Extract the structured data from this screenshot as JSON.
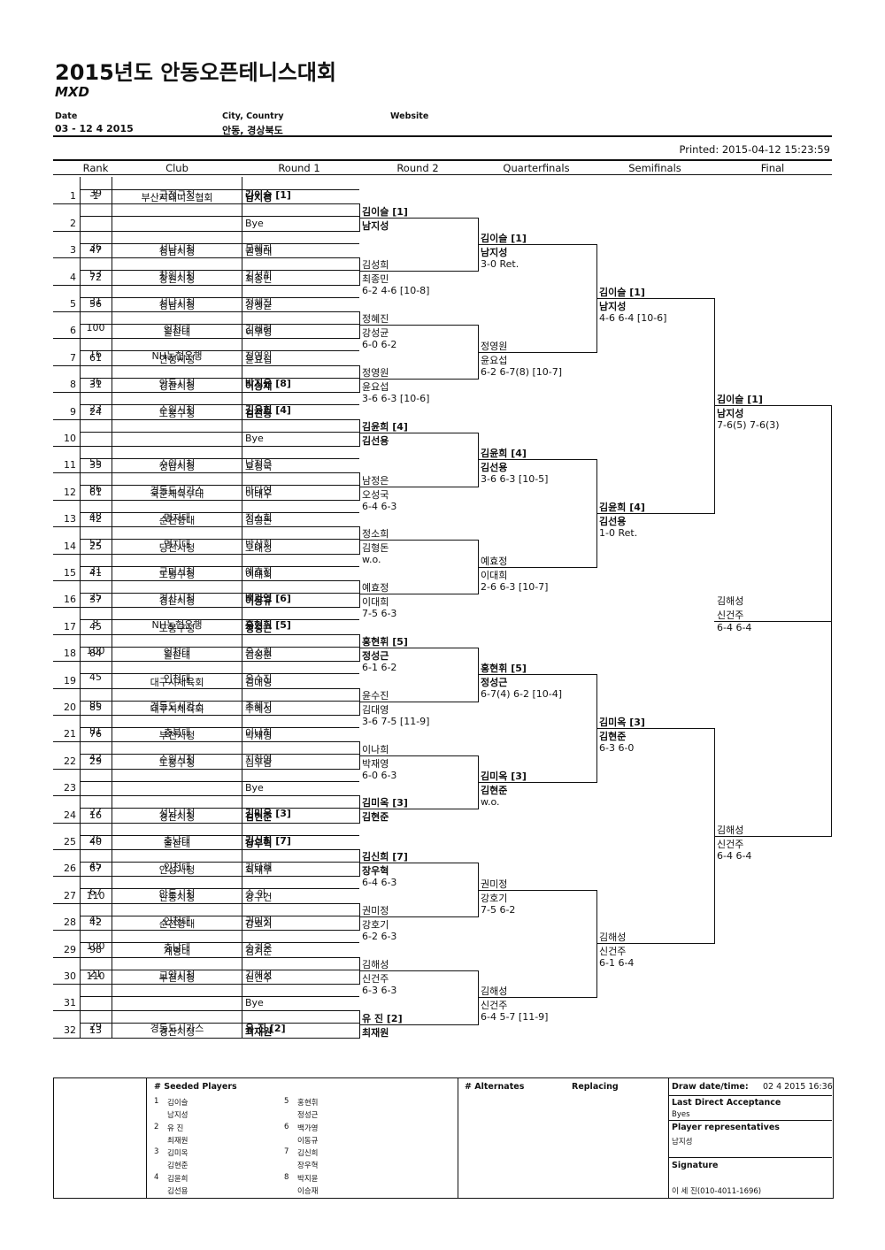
{
  "header": {
    "title": "2015년도 안동오픈테니스대회",
    "event": "MXD",
    "date_label": "Date",
    "date_value": "03 - 12 4 2015",
    "city_label": "City, Country",
    "city_value": "안동, 경상북도",
    "website_label": "Website",
    "printed": "Printed: 2015-04-12 15:23:59"
  },
  "columns": [
    "Rank",
    "Club",
    "Round 1",
    "Round 2",
    "Quarterfinals",
    "Semifinals",
    "Final"
  ],
  "draw": [
    {
      "no": "1",
      "p1": {
        "rank": "39",
        "club": "금정구청",
        "name": "김이슬 [1]"
      },
      "p2": {
        "rank": "1",
        "club": "부산시테니스협회",
        "name": "남지성"
      },
      "seeded": true
    },
    {
      "no": "2",
      "bye": true,
      "name": "Bye"
    },
    {
      "no": "3",
      "p1": {
        "rank": "36",
        "club": "성남시청",
        "name": "문혜지"
      },
      "p2": {
        "rank": "47",
        "club": "성남시청",
        "name": "권형태"
      }
    },
    {
      "no": "4",
      "p1": {
        "rank": "53",
        "club": "창원시청",
        "name": "김성희"
      },
      "p2": {
        "rank": "72",
        "club": "창원시청",
        "name": "최종민"
      }
    },
    {
      "no": "5",
      "p1": {
        "rank": "31",
        "club": "성남시청",
        "name": "정혜진"
      },
      "p2": {
        "rank": "56",
        "club": "성남시청",
        "name": "강성균"
      }
    },
    {
      "no": "6",
      "p1": {
        "rank": "100",
        "club": "인천대",
        "name": "김혜령"
      },
      "p2": {
        "rank": "",
        "club": "울산대",
        "name": "이우영"
      }
    },
    {
      "no": "7",
      "p1": {
        "rank": "16",
        "club": "NH농협은행",
        "name": "정영원"
      },
      "p2": {
        "rank": "61",
        "club": "안성시청",
        "name": "윤요섭"
      }
    },
    {
      "no": "8",
      "p1": {
        "rank": "36",
        "club": "안동시청",
        "name": "박지윤 [8]"
      },
      "p2": {
        "rank": "31",
        "club": "경산시청",
        "name": "이승재"
      },
      "seeded": true
    },
    {
      "no": "9",
      "p1": {
        "rank": "23",
        "club": "수원시청",
        "name": "김윤희 [4]"
      },
      "p2": {
        "rank": "24",
        "club": "도봉구청",
        "name": "김선용"
      },
      "seeded": true
    },
    {
      "no": "10",
      "bye": true,
      "name": "Bye"
    },
    {
      "no": "11",
      "p1": {
        "rank": "55",
        "club": "수원시청",
        "name": "남정은"
      },
      "p2": {
        "rank": "35",
        "club": "성남시청",
        "name": "오성국"
      }
    },
    {
      "no": "12",
      "p1": {
        "rank": "86",
        "club": "경동도시가스",
        "name": "마다연"
      },
      "p2": {
        "rank": "61",
        "club": "국군체육부대",
        "name": "이태우"
      }
    },
    {
      "no": "13",
      "p1": {
        "rank": "48",
        "club": "명지대",
        "name": "정소희"
      },
      "p2": {
        "rank": "42",
        "club": "순천향대",
        "name": "김형돈"
      }
    },
    {
      "no": "14",
      "p1": {
        "rank": "52",
        "club": "명지대",
        "name": "박상희"
      },
      "p2": {
        "rank": "25",
        "club": "당진시청",
        "name": "오대성"
      }
    },
    {
      "no": "15",
      "p1": {
        "rank": "31",
        "club": "구미시청",
        "name": "예효정"
      },
      "p2": {
        "rank": "41",
        "club": "도봉구청",
        "name": "이대희"
      }
    },
    {
      "no": "16",
      "p1": {
        "rank": "25",
        "club": "경산시청",
        "name": "백가영 [6]"
      },
      "p2": {
        "rank": "37",
        "club": "경산시청",
        "name": "이동규"
      },
      "seeded": true
    },
    {
      "no": "17",
      "p1": {
        "rank": "8",
        "club": "NH농협은행",
        "name": "홍현휘 [5]"
      },
      "p2": {
        "rank": "45",
        "club": "도봉구청",
        "name": "정성근"
      },
      "seeded": true
    },
    {
      "no": "18",
      "p1": {
        "rank": "100",
        "club": "인천대",
        "name": "윤소희"
      },
      "p2": {
        "rank": "84",
        "club": "울산대",
        "name": "김성훈"
      }
    },
    {
      "no": "19",
      "p1": {
        "rank": "45",
        "club": "인천대",
        "name": "윤수진"
      },
      "p2": {
        "rank": "",
        "club": "대구시체육회",
        "name": "김대영"
      }
    },
    {
      "no": "20",
      "p1": {
        "rank": "86",
        "club": "경동도시가스",
        "name": "주혜지"
      },
      "p2": {
        "rank": "85",
        "club": "대구시체육회",
        "name": "주혜성"
      }
    },
    {
      "no": "21",
      "p1": {
        "rank": "81",
        "club": "충북대",
        "name": "이나희"
      },
      "p2": {
        "rank": "76",
        "club": "부천시청",
        "name": "박재영"
      }
    },
    {
      "no": "22",
      "p1": {
        "rank": "42",
        "club": "수원시청",
        "name": "지하영"
      },
      "p2": {
        "rank": "29",
        "club": "도봉구청",
        "name": "김우람"
      }
    },
    {
      "no": "23",
      "bye": true,
      "name": "Bye"
    },
    {
      "no": "24",
      "p1": {
        "rank": "27",
        "club": "성남시청",
        "name": "김미옥 [3]"
      },
      "p2": {
        "rank": "16",
        "club": "경산시청",
        "name": "김현준"
      },
      "seeded": true
    },
    {
      "no": "25",
      "p1": {
        "rank": "26",
        "club": "충남대",
        "name": "김신희 [7]"
      },
      "p2": {
        "rank": "40",
        "club": "울산대",
        "name": "장우혁"
      },
      "seeded": true
    },
    {
      "no": "26",
      "p1": {
        "rank": "45",
        "club": "인천대",
        "name": "강다혜"
      },
      "p2": {
        "rank": "67",
        "club": "안성시청",
        "name": "최재우"
      }
    },
    {
      "no": "27",
      "p1": {
        "rank": "67",
        "club": "안동시청",
        "name": "송 아"
      },
      "p2": {
        "rank": "110",
        "club": "안동시청",
        "name": "강구건"
      }
    },
    {
      "no": "28",
      "p1": {
        "rank": "45",
        "club": "인천대",
        "name": "권미정"
      },
      "p2": {
        "rank": "42",
        "club": "순천향대",
        "name": "강호기"
      }
    },
    {
      "no": "29",
      "p1": {
        "rank": "100",
        "club": "충남대",
        "name": "송경은"
      },
      "p2": {
        "rank": "98",
        "club": "계명대",
        "name": "김기준"
      }
    },
    {
      "no": "30",
      "p1": {
        "rank": "21",
        "club": "고양시청",
        "name": "김해성"
      },
      "p2": {
        "rank": "110",
        "club": "부천시청",
        "name": "신건주"
      }
    },
    {
      "no": "31",
      "bye": true,
      "name": "Bye"
    },
    {
      "no": "32",
      "p1": {
        "rank": "29",
        "club": "경동도시가스",
        "name": "유 진 [2]"
      },
      "p2": {
        "rank": "13",
        "club": "경산시청",
        "name": "최재원"
      },
      "seeded": true
    }
  ],
  "round2": [
    {
      "n1": "김이슬 [1]",
      "n2": "남지성",
      "score": "",
      "bold": true
    },
    {
      "n1": "김성희",
      "n2": "최종민",
      "score": "6-2 4-6 [10-8]"
    },
    {
      "n1": "정혜진",
      "n2": "강성균",
      "score": "6-0 6-2"
    },
    {
      "n1": "정영원",
      "n2": "윤요섭",
      "score": "3-6 6-3 [10-6]"
    },
    {
      "n1": "김윤희 [4]",
      "n2": "김선용",
      "score": "",
      "bold": true
    },
    {
      "n1": "남정은",
      "n2": "오성국",
      "score": "6-4 6-3"
    },
    {
      "n1": "정소희",
      "n2": "김형돈",
      "score": "w.o."
    },
    {
      "n1": "예효정",
      "n2": "이대희",
      "score": "7-5 6-3"
    },
    {
      "n1": "홍현휘 [5]",
      "n2": "정성근",
      "score": "6-1 6-2",
      "bold": true
    },
    {
      "n1": "윤수진",
      "n2": "김대영",
      "score": "3-6 7-5 [11-9]"
    },
    {
      "n1": "이나희",
      "n2": "박재영",
      "score": "6-0 6-3"
    },
    {
      "n1": "김미옥 [3]",
      "n2": "김현준",
      "score": "",
      "bold": true
    },
    {
      "n1": "김신희 [7]",
      "n2": "장우혁",
      "score": "6-4 6-3",
      "bold": true
    },
    {
      "n1": "권미정",
      "n2": "강호기",
      "score": "6-2 6-3"
    },
    {
      "n1": "김해성",
      "n2": "신건주",
      "score": "6-3 6-3"
    },
    {
      "n1": "유 진 [2]",
      "n2": "최재원",
      "score": "",
      "bold": true
    }
  ],
  "quarterfinals": [
    {
      "n1": "김이슬 [1]",
      "n2": "남지성",
      "score": "3-0 Ret.",
      "bold": true
    },
    {
      "n1": "정영원",
      "n2": "윤요섭",
      "score": "6-2 6-7(8) [10-7]"
    },
    {
      "n1": "김윤희 [4]",
      "n2": "김선용",
      "score": "3-6 6-3 [10-5]",
      "bold": true
    },
    {
      "n1": "예효정",
      "n2": "이대희",
      "score": "2-6 6-3 [10-7]"
    },
    {
      "n1": "홍현휘 [5]",
      "n2": "정성근",
      "score": "6-7(4) 6-2 [10-4]",
      "bold": true
    },
    {
      "n1": "김미옥 [3]",
      "n2": "김현준",
      "score": "w.o.",
      "bold": true
    },
    {
      "n1": "권미정",
      "n2": "강호기",
      "score": "7-5 6-2"
    },
    {
      "n1": "김해성",
      "n2": "신건주",
      "score": "6-4 5-7 [11-9]"
    }
  ],
  "semifinals": [
    {
      "n1": "김이슬 [1]",
      "n2": "남지성",
      "score": "4-6 6-4 [10-6]",
      "bold": true
    },
    {
      "n1": "김윤희 [4]",
      "n2": "김선용",
      "score": "1-0 Ret.",
      "bold": true
    },
    {
      "n1": "김미옥 [3]",
      "n2": "김현준",
      "score": "6-3 6-0",
      "bold": true
    },
    {
      "n1": "김해성",
      "n2": "신건주",
      "score": "6-1 6-4"
    }
  ],
  "final": [
    {
      "n1": "김이슬 [1]",
      "n2": "남지성",
      "score": "7-6(5) 7-6(3)",
      "bold": true
    },
    {
      "n1": "김해성",
      "n2": "신건주",
      "score": "6-4 6-4"
    }
  ],
  "champion": {
    "n1": "김해성",
    "n2": "신건주",
    "score": "6-4 6-4"
  },
  "footer": {
    "seeded_title": "#   Seeded Players",
    "seeds": [
      {
        "no": "1",
        "n1": "김이슬",
        "n2": "남지성"
      },
      {
        "no": "2",
        "n1": "유 진",
        "n2": "최재원"
      },
      {
        "no": "3",
        "n1": "김미옥",
        "n2": "김현준"
      },
      {
        "no": "4",
        "n1": "김윤희",
        "n2": "김선용"
      },
      {
        "no": "5",
        "n1": "홍현휘",
        "n2": "정성근"
      },
      {
        "no": "6",
        "n1": "백가영",
        "n2": "이동규"
      },
      {
        "no": "7",
        "n1": "김신희",
        "n2": "장우혁"
      },
      {
        "no": "8",
        "n1": "박지윤",
        "n2": "이승재"
      }
    ],
    "alternates_title": "# Alternates",
    "replacing_title": "Replacing",
    "draw_date_label": "Draw date/time:",
    "draw_date_value": "02 4 2015 16:36",
    "lda_label": "Last Direct Acceptance",
    "lda_value": "Byes",
    "reps_label": "Player representatives",
    "reps_value": "남지성",
    "signature_label": "Signature",
    "signature_value": "이 세 진(010-4011-1696)"
  }
}
